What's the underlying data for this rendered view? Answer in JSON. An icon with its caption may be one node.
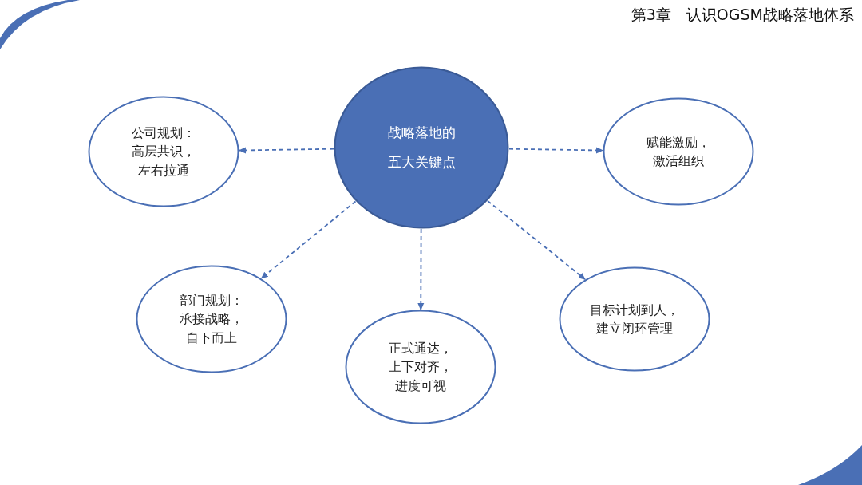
{
  "diagram": {
    "title": "第3章　认识OGSM战略落地体系",
    "nodes": [
      {
        "text": [
          "战略落地的五大关键点"
        ]
      },
      {
        "text": [
          "公司规划：高层共识，左右拉通"
        ]
      },
      {
        "text": [
          "赋能激励，激活组织"
        ]
      },
      {
        "text": [
          "部门规划：承接战略，自下而上"
        ]
      },
      {
        "text": [
          "正式通达，上下对齐，进度可视"
        ]
      },
      {
        "text": [
          "目标计划到人，建立闭环管理"
        ]
      }
    ],
    "edges": [
      {
        "from": 0,
        "to": 1,
        "arrow": "to",
        "style": "dashed"
      },
      {
        "from": 0,
        "to": 2,
        "arrow": "to",
        "style": "dashed"
      },
      {
        "from": 0,
        "to": 3,
        "arrow": "to",
        "style": "dashed"
      },
      {
        "from": 0,
        "to": 4,
        "arrow": "to",
        "style": "dashed"
      },
      {
        "from": 0,
        "to": 5,
        "arrow": "to",
        "style": "dashed"
      }
    ]
  }
}
